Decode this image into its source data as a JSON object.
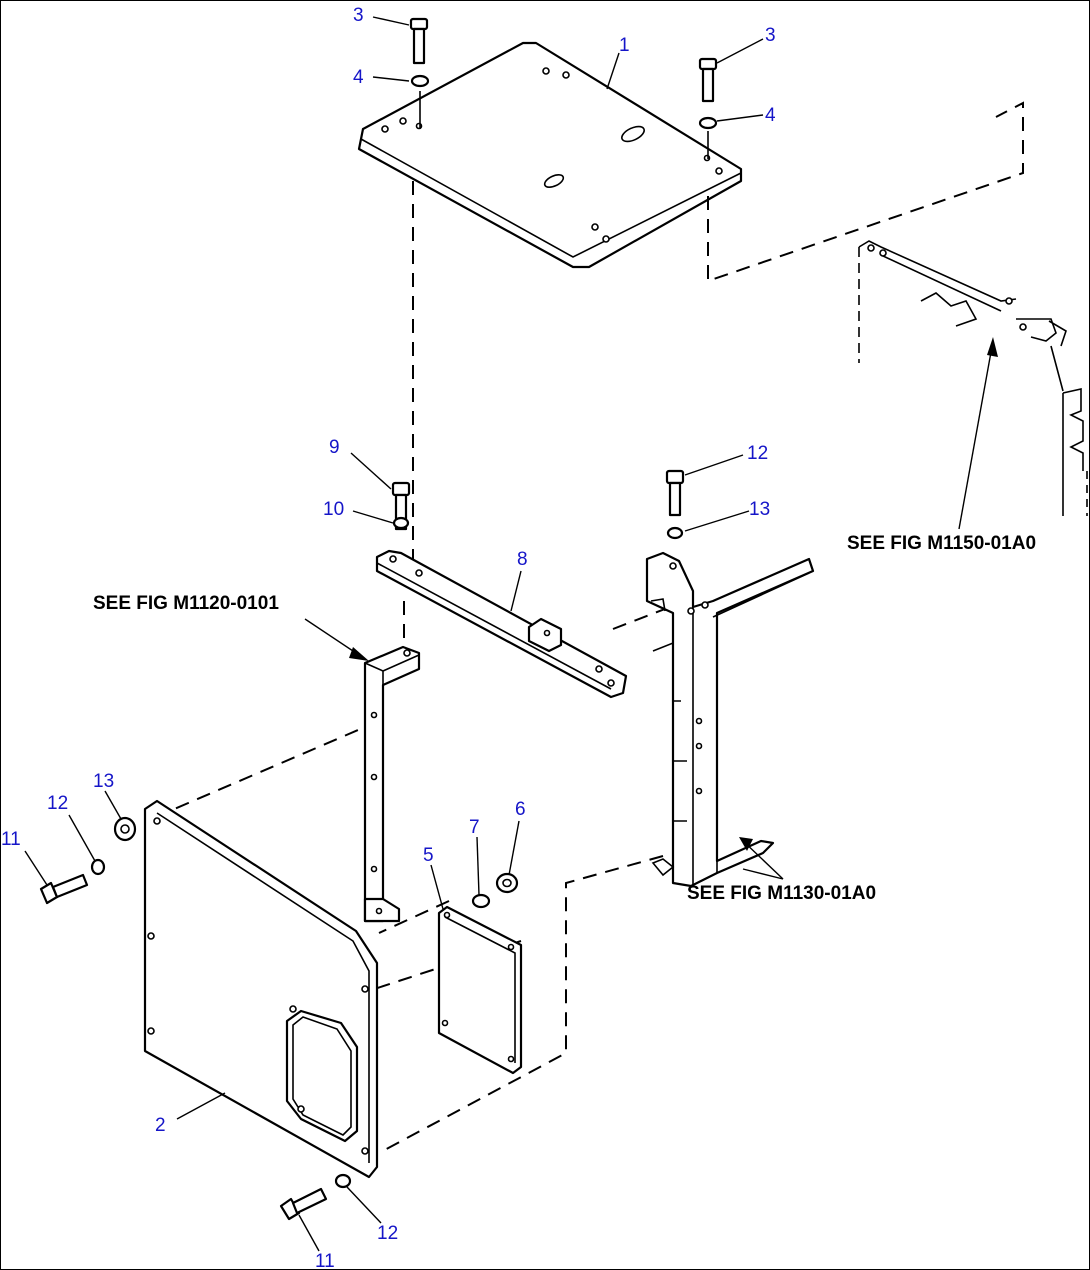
{
  "callouts": [
    {
      "id": "c3a",
      "label": "3"
    },
    {
      "id": "c4a",
      "label": "4"
    },
    {
      "id": "c1",
      "label": "1"
    },
    {
      "id": "c3b",
      "label": "3"
    },
    {
      "id": "c4b",
      "label": "4"
    },
    {
      "id": "c9",
      "label": "9"
    },
    {
      "id": "c10",
      "label": "10"
    },
    {
      "id": "c12a",
      "label": "12"
    },
    {
      "id": "c13a",
      "label": "13"
    },
    {
      "id": "c8",
      "label": "8"
    },
    {
      "id": "c13b",
      "label": "13"
    },
    {
      "id": "c12b",
      "label": "12"
    },
    {
      "id": "c11a",
      "label": "11"
    },
    {
      "id": "c7",
      "label": "7"
    },
    {
      "id": "c6",
      "label": "6"
    },
    {
      "id": "c5",
      "label": "5"
    },
    {
      "id": "c2",
      "label": "2"
    },
    {
      "id": "c12c",
      "label": "12"
    },
    {
      "id": "c11b",
      "label": "11"
    }
  ],
  "references": {
    "fig_m1150": "SEE FIG M1150-01A0",
    "fig_m1120": "SEE FIG M1120-0101",
    "fig_m1130": "SEE FIG M1130-01A0"
  }
}
